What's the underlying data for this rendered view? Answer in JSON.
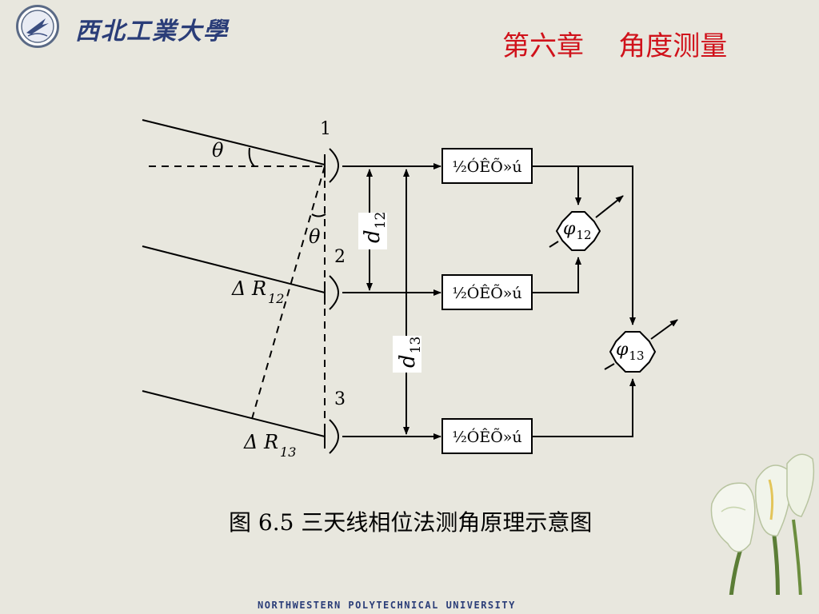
{
  "header": {
    "university_name": "西北工業大學",
    "chapter_title": "第六章    角度测量"
  },
  "diagram": {
    "antenna_labels": [
      "1",
      "2",
      "3"
    ],
    "angle_label": "θ",
    "delta_r12": {
      "symbol": "Δ R",
      "sub": "12"
    },
    "delta_r13": {
      "symbol": "Δ R",
      "sub": "13"
    },
    "d12": {
      "symbol": "d",
      "sub": "12"
    },
    "d13": {
      "symbol": "d",
      "sub": "13"
    },
    "receiver_label": "½ÓÊÕ»ú",
    "phase_meter_12": {
      "symbol": "φ",
      "sub": "12"
    },
    "phase_meter_13": {
      "symbol": "φ",
      "sub": "13"
    }
  },
  "caption": "图 6.5 三天线相位法测角原理示意图",
  "footer": "NORTHWESTERN POLYTECHNICAL UNIVERSITY"
}
